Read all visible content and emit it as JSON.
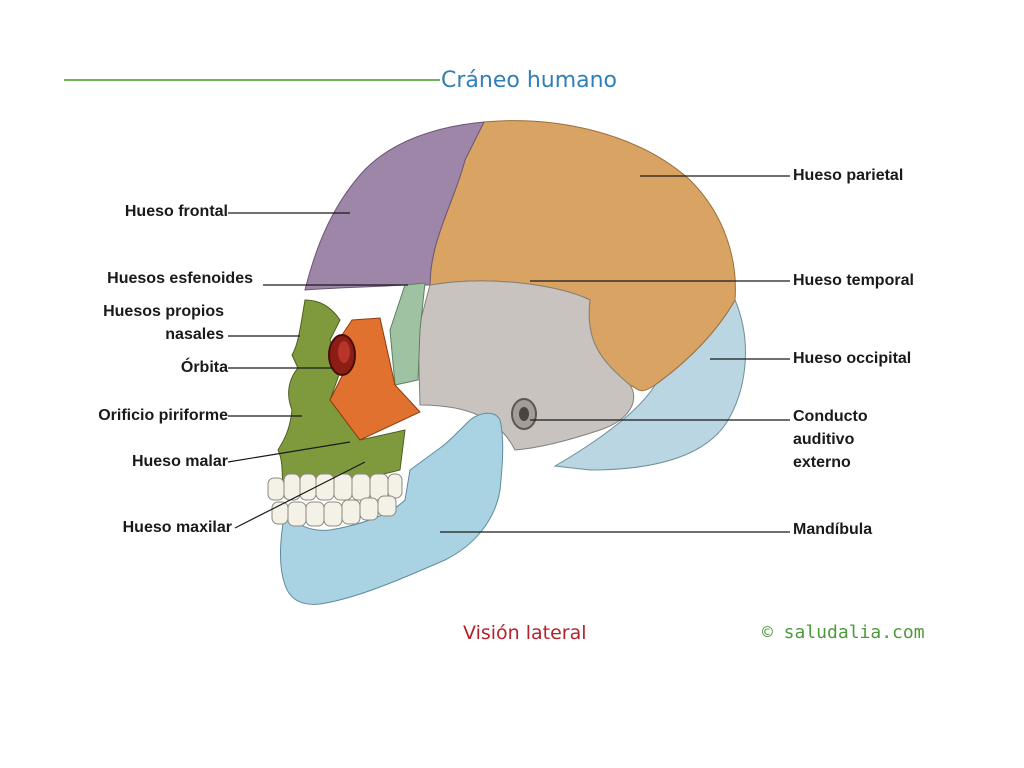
{
  "header": {
    "title": "Cráneo humano",
    "accent_line_color": "#6db356",
    "title_color": "#2f7fb8"
  },
  "labels": {
    "left": {
      "frontal": "Hueso frontal",
      "esfenoides": "Huesos esfenoides",
      "nasales_1": "Huesos propios",
      "nasales_2": "nasales",
      "orbita": "Órbita",
      "piriforme": "Orificio piriforme",
      "malar": "Hueso malar",
      "maxilar": "Hueso maxilar"
    },
    "right": {
      "parietal": "Hueso parietal",
      "temporal": "Hueso temporal",
      "occipital": "Hueso occipital",
      "conducto_1": "Conducto",
      "conducto_2": "auditivo",
      "conducto_3": "externo",
      "mandibula": "Mandíbula"
    }
  },
  "footer": {
    "caption": "Visión lateral",
    "copyright": "© saludalia.com"
  },
  "bone_colors": {
    "frontal": "#9e86a8",
    "parietal": "#d9a463",
    "temporal": "#c9c3c0",
    "occipital": "#b9d6e2",
    "esfenoides": "#9fc3a2",
    "malar": "#e0712e",
    "maxilar": "#7e9a3c",
    "mandibula": "#a9d3e3"
  }
}
